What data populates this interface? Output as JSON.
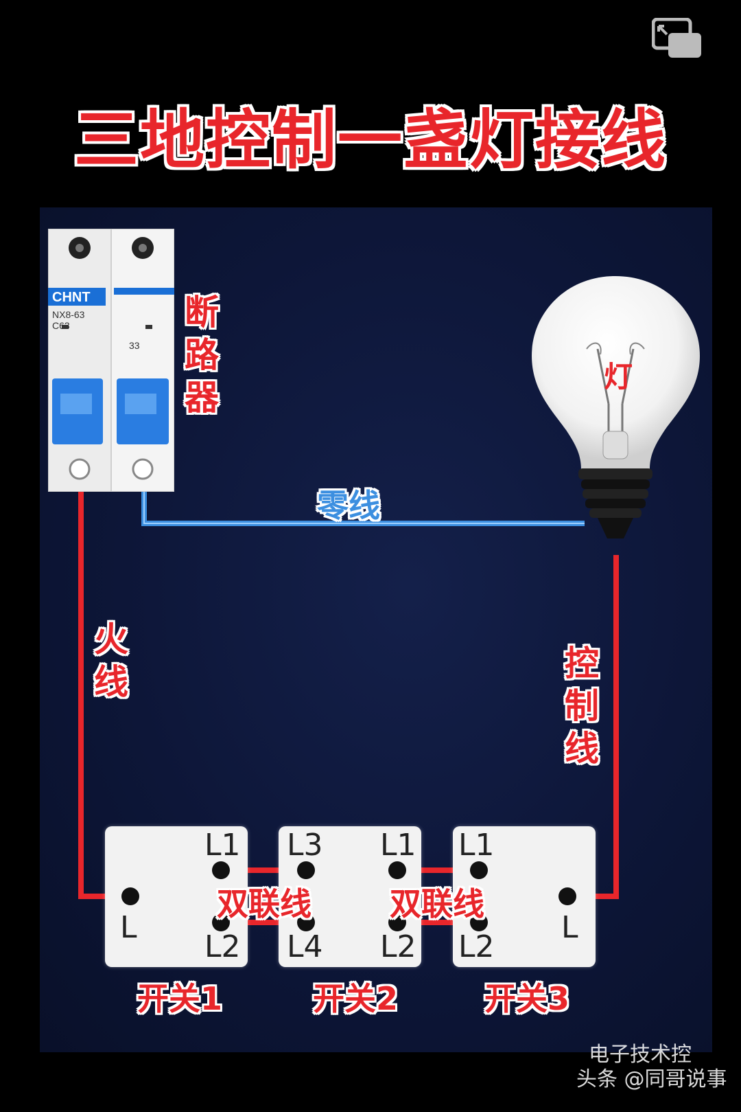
{
  "title": "三地控制一盏灯接线",
  "breaker": {
    "brand": "CHNT",
    "model": "NX8-63",
    "rating": "C63",
    "label": "断路器"
  },
  "lamp": {
    "label": "灯"
  },
  "wires": {
    "neutral": "零线",
    "live": "火线",
    "control": "控制线",
    "double_link": "双联线"
  },
  "switches": [
    {
      "name": "开关1",
      "terminals": {
        "top": "L1",
        "bottom": "L2",
        "common": "L"
      }
    },
    {
      "name": "开关2",
      "terminals": {
        "top_left": "L3",
        "bottom_left": "L4",
        "top_right": "L1",
        "bottom_right": "L2"
      }
    },
    {
      "name": "开关3",
      "terminals": {
        "top": "L1",
        "bottom": "L2",
        "common": "L"
      }
    }
  ],
  "watermark": {
    "line1": "电子技术控",
    "line2": "头条 @同哥说事"
  },
  "colors": {
    "live": "#e8262b",
    "neutral": "#3c8fe0",
    "background": "#0d1638"
  }
}
